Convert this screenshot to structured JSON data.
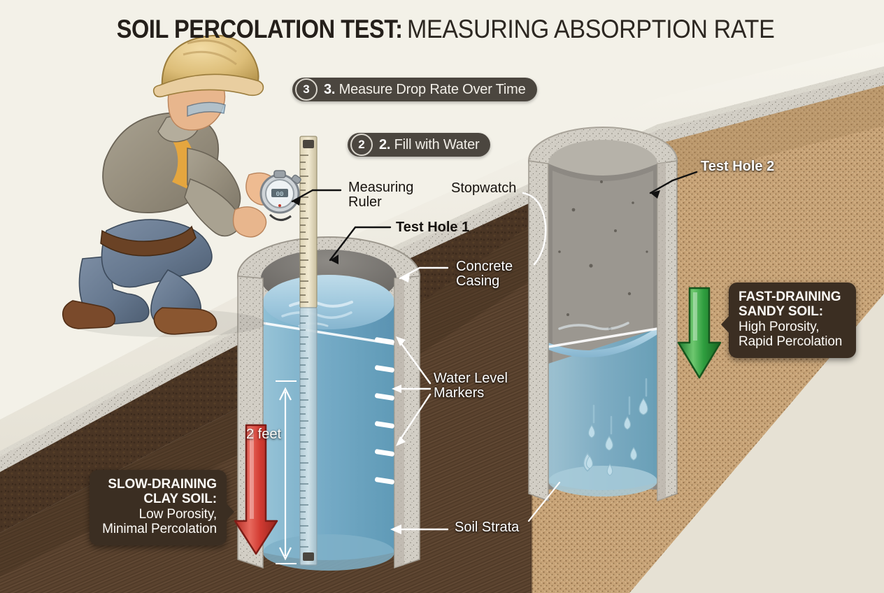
{
  "title": {
    "strong": "SOIL PERCOLATION TEST:",
    "rest": "MEASURING ABSORPTION RATE"
  },
  "steps": [
    {
      "number": "3",
      "text_number": "3.",
      "text": "Measure Drop Rate Over Time"
    },
    {
      "number": "2",
      "text_number": "2.",
      "text": "Fill with Water"
    }
  ],
  "labels": {
    "measuring_ruler": "Measuring\nRuler",
    "stopwatch": "Stopwatch",
    "test_hole_1": "Test Hole 1",
    "test_hole_2": "Test Hole 2",
    "concrete_casing": "Concrete\nCasing",
    "water_level_markers": "Water Level\nMarkers",
    "soil_strata": "Soil Strata",
    "dimension": "2 feet"
  },
  "callouts": {
    "clay": {
      "title": "SLOW-DRAINING\nCLAY SOIL:",
      "body": "Low Porosity,\nMinimal Percolation",
      "arrow_color": "#d23b32",
      "arrow_direction": "down"
    },
    "sandy": {
      "title": "FAST-DRAINING\nSANDY SOIL:",
      "body": "High Porosity,\nRapid Percolation",
      "arrow_color": "#2f9e3f",
      "arrow_direction": "down"
    }
  },
  "colors": {
    "background": "#efece3",
    "ground_surface": "#f1eee5",
    "clay_soil": "#5a4330",
    "sandy_soil": "#c6a274",
    "topsoil": "#4a3524",
    "concrete": "#cfcbc2",
    "water_surface": "#a9cfe0",
    "water_deep": "#6ea6c3",
    "badge": "#4b463f",
    "callout_bg": "#3b2e22",
    "title_text": "#241f1a"
  },
  "scene": {
    "worker": {
      "hard_hat_color": "#e0c07d",
      "jacket_color": "#9c9585",
      "pants_color": "#6d7f94",
      "boots_color": "#7a4a2b",
      "holding": "stopwatch"
    },
    "hole_1": {
      "water_state": "full",
      "soil": "clay"
    },
    "hole_2": {
      "water_state": "low-draining",
      "soil": "sandy",
      "droplets": 7
    }
  }
}
